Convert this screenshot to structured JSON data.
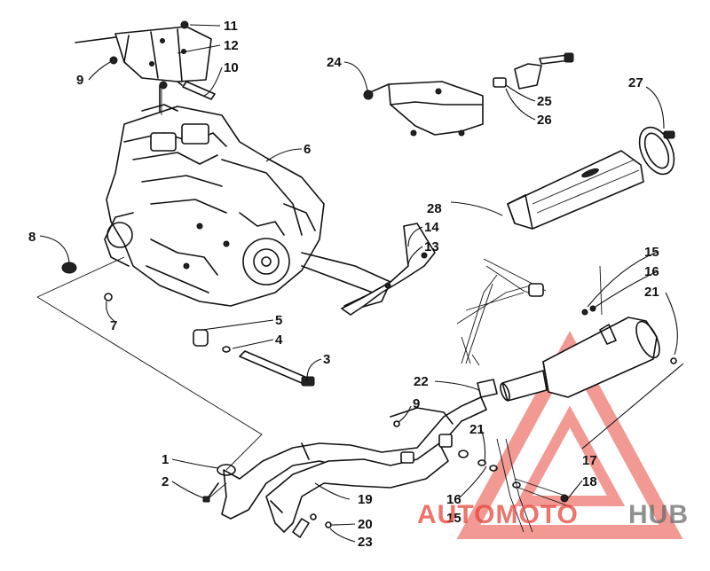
{
  "diagram": {
    "callouts": [
      {
        "id": "c11",
        "label": "11"
      },
      {
        "id": "c12",
        "label": "12"
      },
      {
        "id": "c9a",
        "label": "9"
      },
      {
        "id": "c10",
        "label": "10"
      },
      {
        "id": "c24",
        "label": "24"
      },
      {
        "id": "c25",
        "label": "25"
      },
      {
        "id": "c26",
        "label": "26"
      },
      {
        "id": "c27",
        "label": "27"
      },
      {
        "id": "c6",
        "label": "6"
      },
      {
        "id": "c28",
        "label": "28"
      },
      {
        "id": "c8",
        "label": "8"
      },
      {
        "id": "c14",
        "label": "14"
      },
      {
        "id": "c13",
        "label": "13"
      },
      {
        "id": "c15a",
        "label": "15"
      },
      {
        "id": "c16a",
        "label": "16"
      },
      {
        "id": "c21a",
        "label": "21"
      },
      {
        "id": "c7",
        "label": "7"
      },
      {
        "id": "c5",
        "label": "5"
      },
      {
        "id": "c4",
        "label": "4"
      },
      {
        "id": "c3",
        "label": "3"
      },
      {
        "id": "c22",
        "label": "22"
      },
      {
        "id": "c9b",
        "label": "9"
      },
      {
        "id": "c21b",
        "label": "21"
      },
      {
        "id": "c1",
        "label": "1"
      },
      {
        "id": "c2",
        "label": "2"
      },
      {
        "id": "c17",
        "label": "17"
      },
      {
        "id": "c18",
        "label": "18"
      },
      {
        "id": "c19",
        "label": "19"
      },
      {
        "id": "c16b",
        "label": "16"
      },
      {
        "id": "c15b",
        "label": "15"
      },
      {
        "id": "c20",
        "label": "20"
      },
      {
        "id": "c23",
        "label": "23"
      }
    ]
  },
  "watermark": {
    "word_part1": "AUTOMOTO",
    "word_part2": "HUB",
    "color_primary": "#e8463c",
    "color_secondary": "#6b6b6b"
  }
}
